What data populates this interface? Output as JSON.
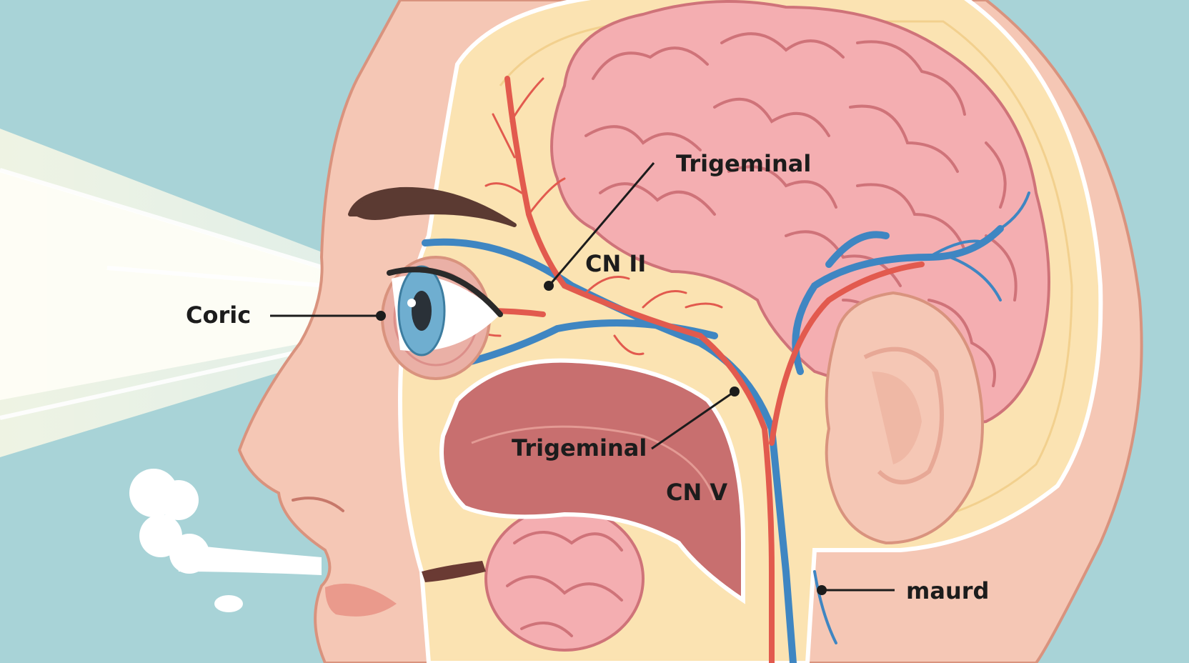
{
  "labels": {
    "coric": "Coric",
    "trigeminal_upper": "Trigeminal",
    "cn_ii": "CN II",
    "trigeminal_lower": "Trigeminal",
    "cn_v": "CN V",
    "maurd": "maurd"
  },
  "colors": {
    "background": "#a8d3d7",
    "skin": "#f5c7b5",
    "skull_band": "#fbe3b2",
    "brain": "#f4aeb1",
    "brain_outline": "#cf7379",
    "artery": "#e25a4e",
    "vein": "#3f86c2",
    "cavity": "#c86f6f",
    "iris": "#6faed0"
  }
}
